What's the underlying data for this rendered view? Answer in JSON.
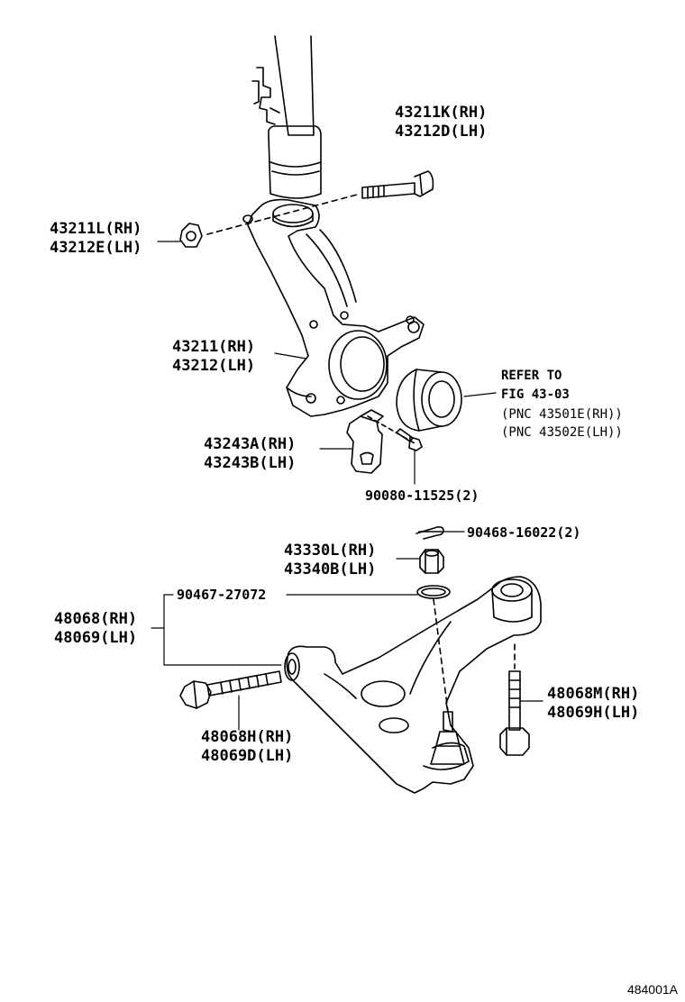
{
  "labels": {
    "bolt_upper": [
      "43211K(RH)",
      "43212D(LH)"
    ],
    "nut_upper": [
      "43211L(RH)",
      "43212E(LH)"
    ],
    "knuckle": [
      "43211(RH)",
      "43212(LH)"
    ],
    "refer": [
      "REFER TO",
      "FIG 43-03",
      "(PNC 43501E(RH))",
      "(PNC 43502E(LH))"
    ],
    "bracket": [
      "43243A(RH)",
      "43243B(LH)"
    ],
    "bracket_bolt": "90080-11525(2)",
    "cotter_pin": "90468-16022(2)",
    "castle_nut": [
      "43330L(RH)",
      "43340B(LH)"
    ],
    "ring": "90467-27072",
    "lower_arm": [
      "48068(RH)",
      "48069(LH)"
    ],
    "rear_bolt": [
      "48068M(RH)",
      "48069H(LH)"
    ],
    "front_bolt": [
      "48068H(RH)",
      "48069D(LH)"
    ]
  },
  "figure_code": "484001A"
}
